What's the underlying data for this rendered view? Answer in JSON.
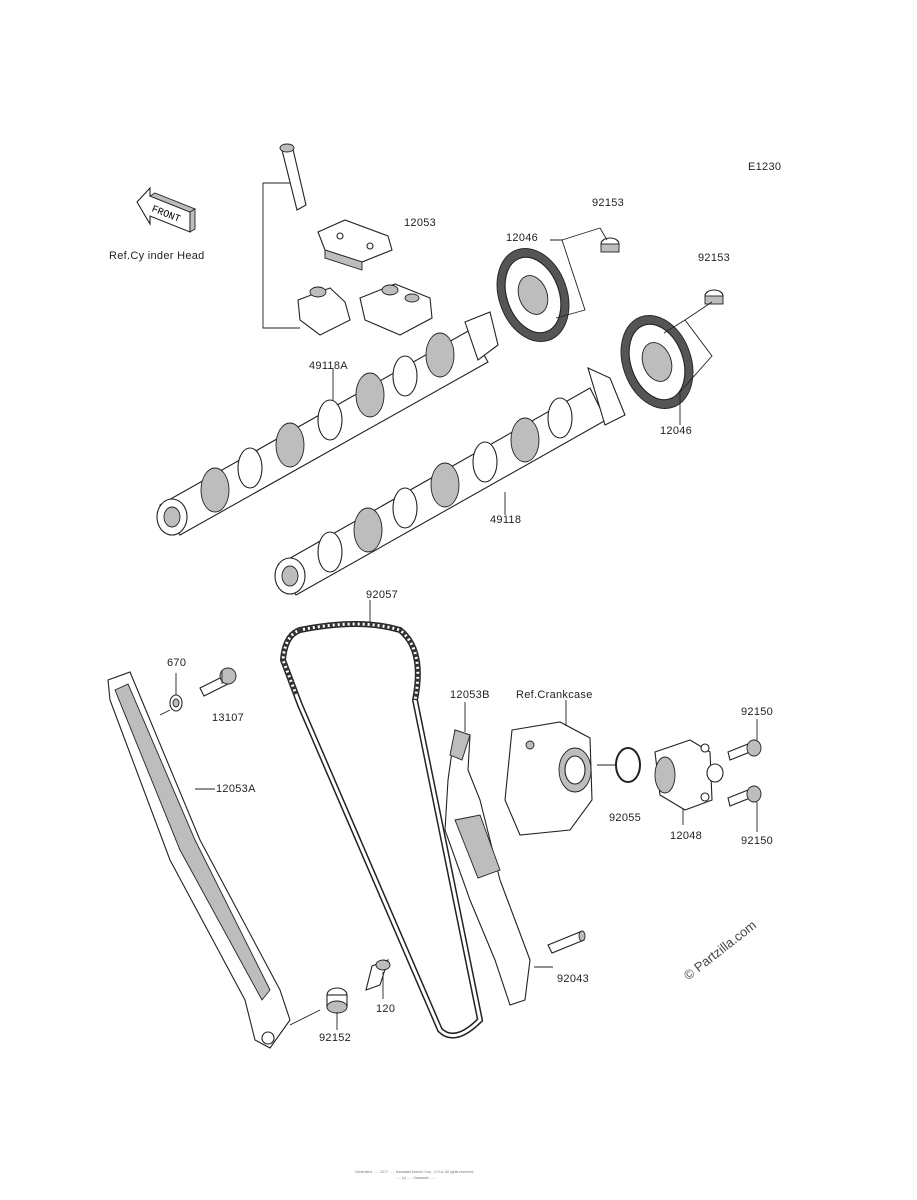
{
  "diagram_code": "E1230",
  "front_label": "FRONT",
  "refs": {
    "cylinder_head": "Ref.Cy inder Head",
    "crankcase": "Ref.Crankcase"
  },
  "parts": {
    "p12053": "12053",
    "p12046_top": "12046",
    "p92153_a": "92153",
    "p92153_b": "92153",
    "p49118A": "49118A",
    "p12046_bottom": "12046",
    "p49118": "49118",
    "p92057": "92057",
    "p670": "670",
    "p13107": "13107",
    "p12053A": "12053A",
    "p12053B": "12053B",
    "p92150_a": "92150",
    "p92055": "92055",
    "p12048": "12048",
    "p92150_b": "92150",
    "p92043": "92043",
    "p120": "120",
    "p92152": "92152"
  },
  "watermark": "© Partzilla.com",
  "footer": {
    "line1": "Generated: ...... 2017 ...... Kawasaki Motors Corp., U.S.A. All rights reserved.",
    "line2": "...... (c) ...... Kawasaki ......"
  }
}
